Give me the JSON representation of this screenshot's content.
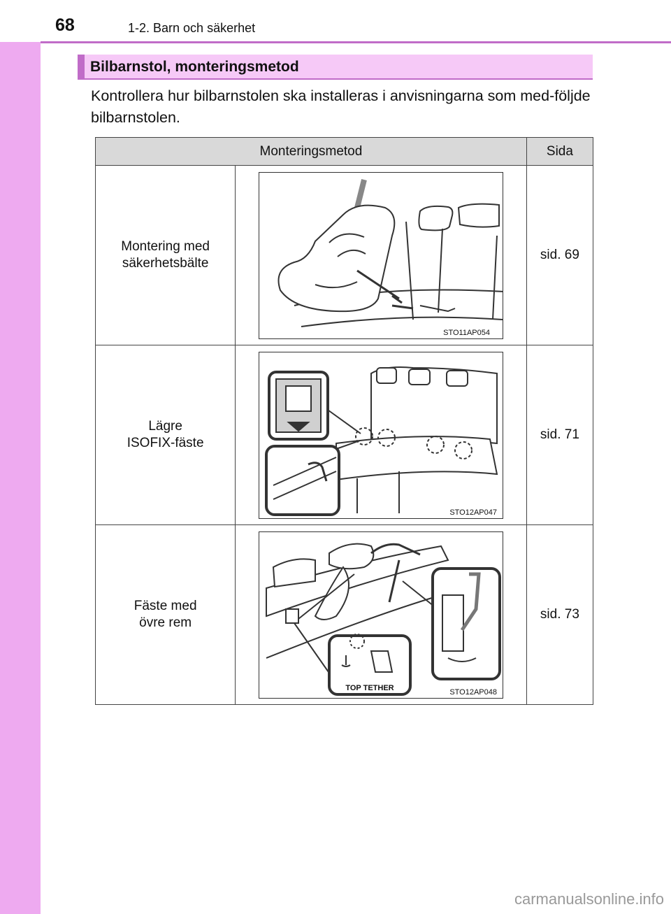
{
  "header": {
    "page_number": "68",
    "section_path": "1-2. Barn och säkerhet"
  },
  "section": {
    "title": "Bilbarnstol, monteringsmetod",
    "intro": "Kontrollera hur bilbarnstolen ska installeras i anvisningarna som med-följde bilbarnstolen."
  },
  "table": {
    "headers": [
      "Monteringsmetod",
      "Sida"
    ],
    "rows": [
      {
        "method_line1": "Montering med",
        "method_line2": "säkerhetsbälte",
        "figure_code": "STO11AP054",
        "page": "sid. 69"
      },
      {
        "method_line1": "Lägre",
        "method_line2": "ISOFIX-fäste",
        "figure_code": "STO12AP047",
        "page": "sid. 71"
      },
      {
        "method_line1": "Fäste med",
        "method_line2": "övre rem",
        "figure_code": "STO12AP048",
        "page": "sid. 73",
        "figure_label": "TOP TETHER"
      }
    ]
  },
  "footer": {
    "watermark": "carmanualsonline.info"
  }
}
